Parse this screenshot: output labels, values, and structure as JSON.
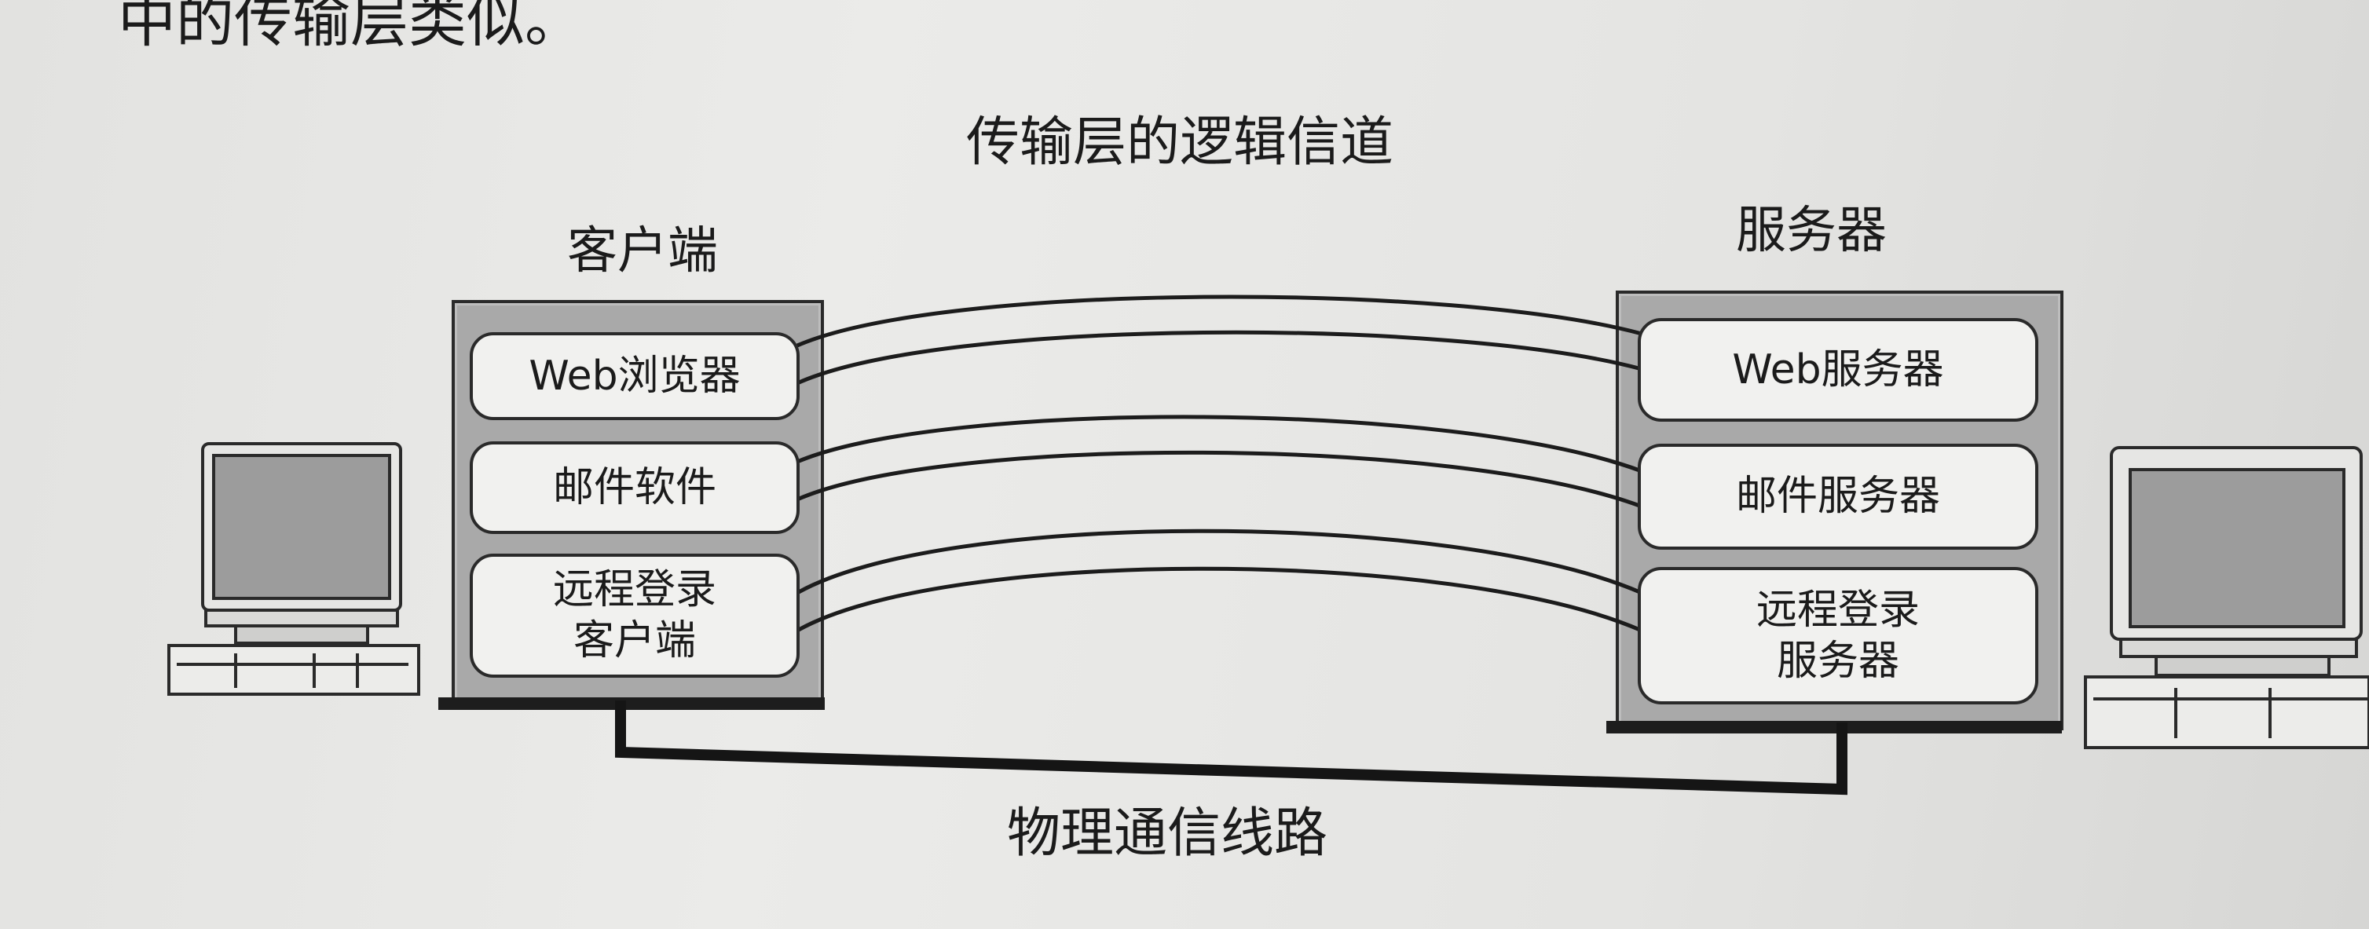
{
  "top_text": "中的传输层类似。",
  "title": "传输层的逻辑信道",
  "client": {
    "title": "客户端",
    "modules": [
      {
        "lines": [
          "Web浏览器"
        ]
      },
      {
        "lines": [
          "邮件软件"
        ]
      },
      {
        "lines": [
          "远程登录",
          "客户端"
        ]
      }
    ]
  },
  "server": {
    "title": "服务器",
    "modules": [
      {
        "lines": [
          "Web服务器"
        ]
      },
      {
        "lines": [
          "邮件服务器"
        ]
      },
      {
        "lines": [
          "远程登录",
          "服务器"
        ]
      }
    ]
  },
  "physical_link_label": "物理通信线路",
  "icons": {
    "client_computer": "desktop-computer-icon",
    "server_computer": "desktop-computer-icon"
  }
}
